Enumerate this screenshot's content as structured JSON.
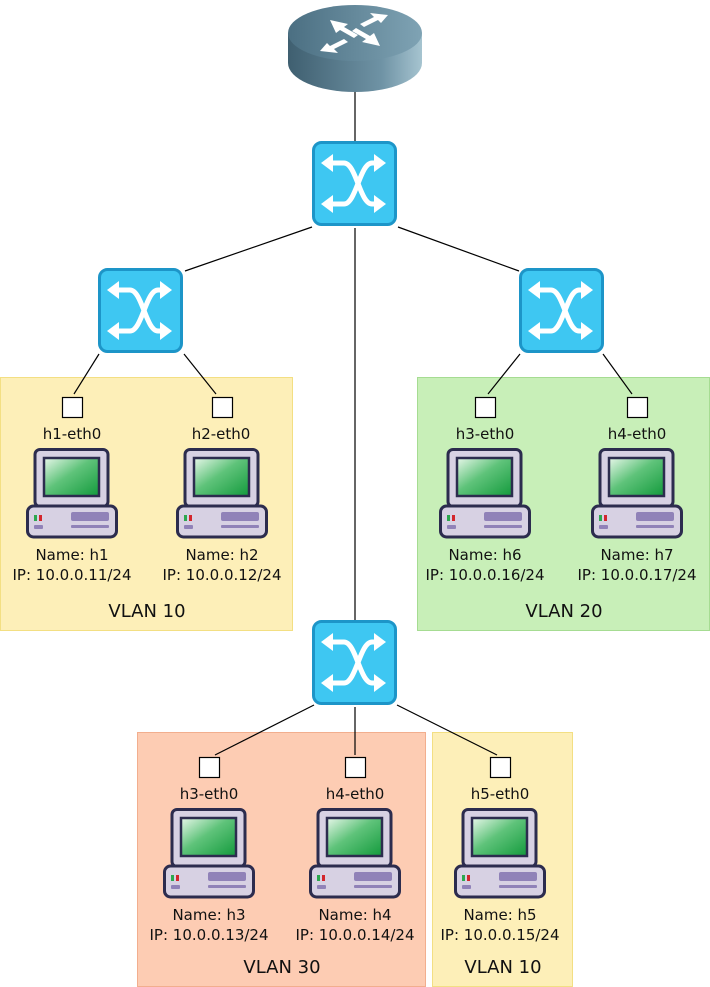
{
  "colors": {
    "vlan10": "#fdefb8",
    "vlan20": "#c8efb8",
    "vlan30": "#fdccb3",
    "switch": "#3ec7f2",
    "router": "#4e7486",
    "link": "#000000"
  },
  "router": {
    "icon": "router-icon"
  },
  "switches": [
    {
      "id": "core",
      "icon": "switch-icon"
    },
    {
      "id": "left",
      "icon": "switch-icon"
    },
    {
      "id": "right",
      "icon": "switch-icon"
    },
    {
      "id": "bottom",
      "icon": "switch-icon"
    }
  ],
  "vlans": {
    "left": "VLAN 10",
    "right": "VLAN 20",
    "bottom_left": "VLAN 30",
    "bottom_right": "VLAN 10"
  },
  "hosts": {
    "h1": {
      "iface": "h1-eth0",
      "name": "Name: h1",
      "ip": "IP: 10.0.0.11/24"
    },
    "h2": {
      "iface": "h2-eth0",
      "name": "Name: h2",
      "ip": "IP: 10.0.0.12/24"
    },
    "h6": {
      "iface": "h3-eth0",
      "name": "Name: h6",
      "ip": "IP: 10.0.0.16/24"
    },
    "h7": {
      "iface": "h4-eth0",
      "name": "Name: h7",
      "ip": "IP: 10.0.0.17/24"
    },
    "h3": {
      "iface": "h3-eth0",
      "name": "Name: h3",
      "ip": "IP: 10.0.0.13/24"
    },
    "h4": {
      "iface": "h4-eth0",
      "name": "Name: h4",
      "ip": "IP: 10.0.0.14/24"
    },
    "h5": {
      "iface": "h5-eth0",
      "name": "Name: h5",
      "ip": "IP: 10.0.0.15/24"
    }
  }
}
